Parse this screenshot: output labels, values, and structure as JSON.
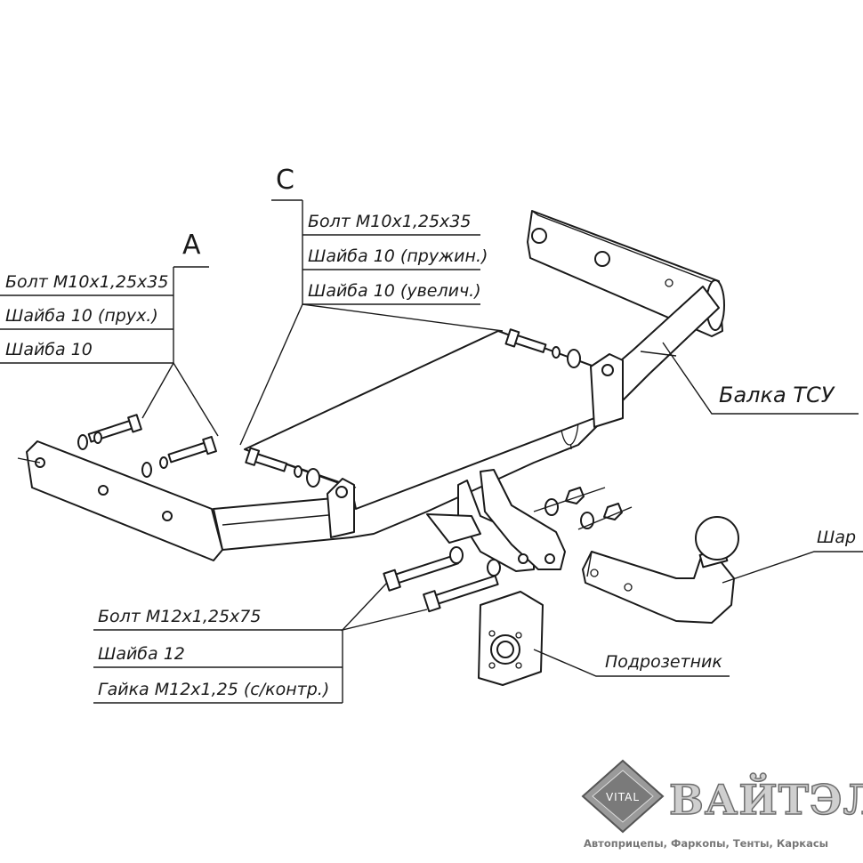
{
  "callouts": {
    "A": {
      "letter": "A",
      "lines": [
        "Болт M10x1,25x35",
        "Шайба 10 (прух.)",
        "Шайба 10"
      ]
    },
    "C": {
      "letter": "C",
      "lines": [
        "Болт M10x1,25x35",
        "Шайба 10 (пружин.)",
        "Шайба 10 (увелич.)"
      ]
    },
    "bottom": {
      "lines": [
        "Болт M12x1,25x75",
        "Шайба 12",
        "Гайка M12x1,25 (с/контр.)"
      ]
    }
  },
  "parts": {
    "beam": "Балка ТСУ",
    "ball": "Шар",
    "socket_plate": "Подрозетник"
  },
  "logo": {
    "mark": "VITAL",
    "name": "ВАЙТЭЛ",
    "tagline": "Автоприцепы, Фаркопы, Тенты, Каркасы"
  }
}
